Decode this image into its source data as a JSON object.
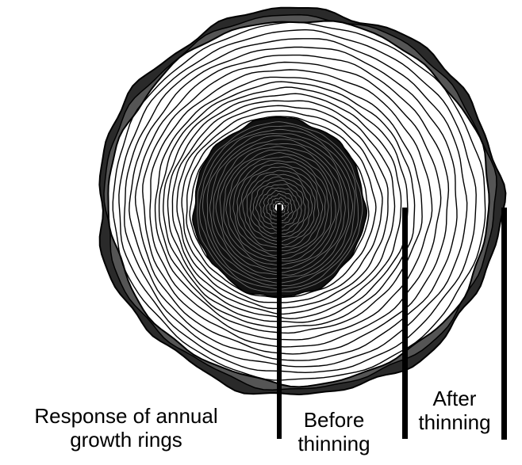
{
  "labels": {
    "response": [
      "Response of annual",
      "growth rings"
    ],
    "before": [
      "Before",
      "thinning"
    ],
    "after": [
      "After",
      "thinning"
    ]
  },
  "colors": {
    "ink": "#000000",
    "wood": "#ffffff",
    "heartwood": "#111111",
    "bark": "#1a1a1a"
  }
}
